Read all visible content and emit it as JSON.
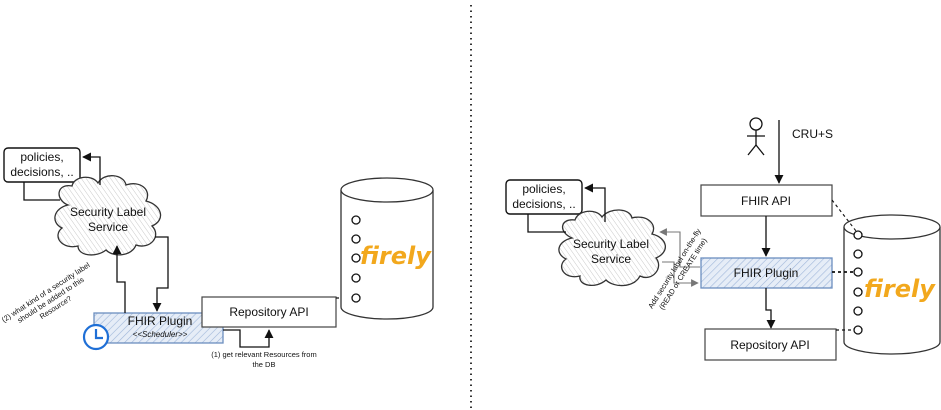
{
  "left": {
    "policies": [
      "policies,",
      "decisions, .."
    ],
    "service": [
      "Security Label",
      "Service"
    ],
    "plugin": {
      "title": "FHIR Plugin",
      "stereotype": "<<Scheduler>>"
    },
    "repo": "Repository API",
    "db_logo": "firely",
    "question": [
      "(2) what kind of a security label",
      "should be added to this",
      "Resource?"
    ],
    "step1": [
      "(1) get relevant Resources from",
      "the DB"
    ]
  },
  "right": {
    "policies": [
      "policies,",
      "decisions, .."
    ],
    "service": [
      "Security Label",
      "Service"
    ],
    "actor_label": "CRU+S",
    "api": "FHIR API",
    "plugin": "FHIR Plugin",
    "repo": "Repository API",
    "db_logo": "firely",
    "addlabel": [
      "Add security label on-the-fly",
      "(READ or CREATE time)"
    ]
  },
  "colors": {
    "plugin_fill": "#dfe8f5",
    "plugin_stroke": "#6c8ebf",
    "clock": "#1f6fd6",
    "logo": "#f2a81d"
  },
  "icons": [
    "clock-icon",
    "actor-icon",
    "firely-logo"
  ]
}
